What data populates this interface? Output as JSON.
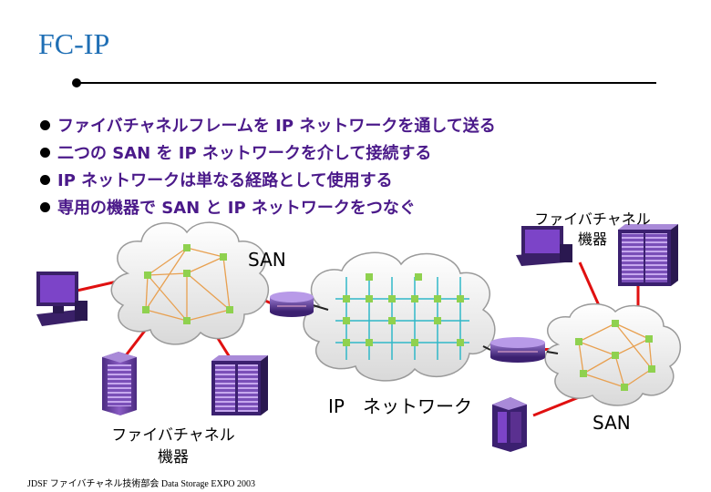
{
  "slide": {
    "title": "FC-IP",
    "bullets": [
      "ファイバチャネルフレームを IP ネットワークを通して送る",
      "二つの SAN を IP ネットワークを介して接続する",
      "IP ネットワークは単なる経路として使用する",
      "専用の機器で SAN と IP ネットワークをつなぐ"
    ]
  },
  "diagram": {
    "labels": {
      "san_left": "SAN",
      "ip_network": "IP　ネットワーク",
      "san_right": "SAN",
      "fc_device_left_line1": "ファイバチャネル",
      "fc_device_left_line2": "機器",
      "fc_device_right_line1": "ファイバチャネル",
      "fc_device_right_line2": "機器"
    },
    "colors": {
      "title": "#1f6fb5",
      "bullet_text": "#4b1a8a",
      "link_red": "#e01010",
      "node_green": "#8fd14f",
      "mesh_orange": "#e8a050",
      "ip_cyan": "#30b8c8",
      "device_purple": "#6a3fa0"
    }
  },
  "footer": {
    "text": "JDSF ファイバチャネル技術部会 Data Storage EXPO 2003"
  }
}
